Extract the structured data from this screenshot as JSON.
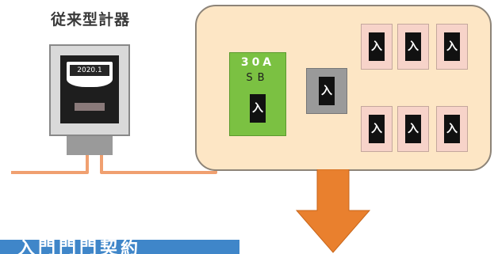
{
  "meter": {
    "title": "従来型計器",
    "reading": "2020.1"
  },
  "panel": {
    "service_breaker": {
      "amperage": "30A",
      "label": "SB",
      "switch_label": "入"
    },
    "earth_leakage_breaker": {
      "switch_label": "入"
    },
    "branch_breakers": [
      {
        "switch_label": "入"
      },
      {
        "switch_label": "入"
      },
      {
        "switch_label": "入"
      },
      {
        "switch_label": "入"
      },
      {
        "switch_label": "入"
      },
      {
        "switch_label": "入"
      }
    ]
  },
  "banner": {
    "text": "入門門門契約"
  },
  "colors": {
    "wire": "#f0a070",
    "panel_bg": "#fde6c5",
    "service_breaker": "#7bc142",
    "earth_leakage_breaker": "#9a9a9a",
    "branch_breaker": "#f7d3c9",
    "arrow": "#e9802e",
    "banner": "#3f86c9"
  },
  "icons": {
    "arrow": "arrow-down-icon"
  }
}
